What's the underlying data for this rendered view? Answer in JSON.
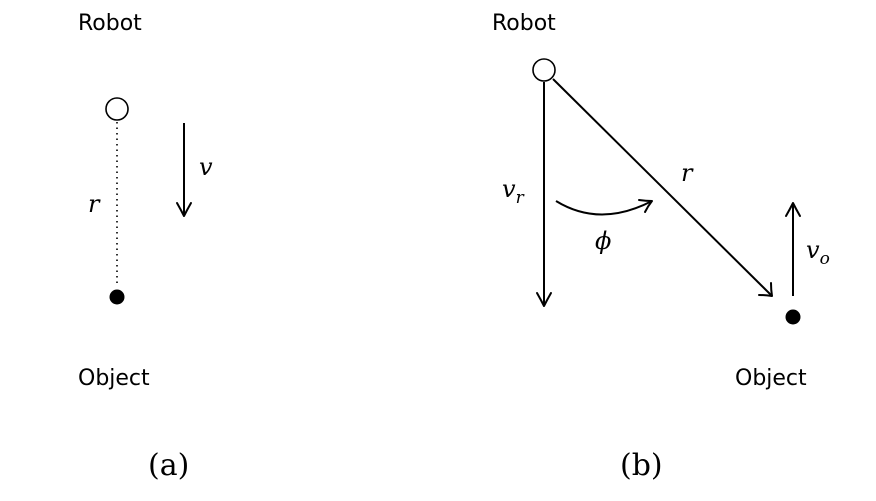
{
  "panel_a": {
    "robot_label": "Robot",
    "object_label": "Object",
    "distance_label": "r",
    "velocity_label": "v",
    "caption": "(a)"
  },
  "panel_b": {
    "robot_label": "Robot",
    "object_label": "Object",
    "distance_label": "r",
    "robot_velocity_label": "v",
    "robot_velocity_sub": "r",
    "object_velocity_label": "v",
    "object_velocity_sub": "o",
    "angle_label": "ϕ",
    "caption": "(b)"
  }
}
